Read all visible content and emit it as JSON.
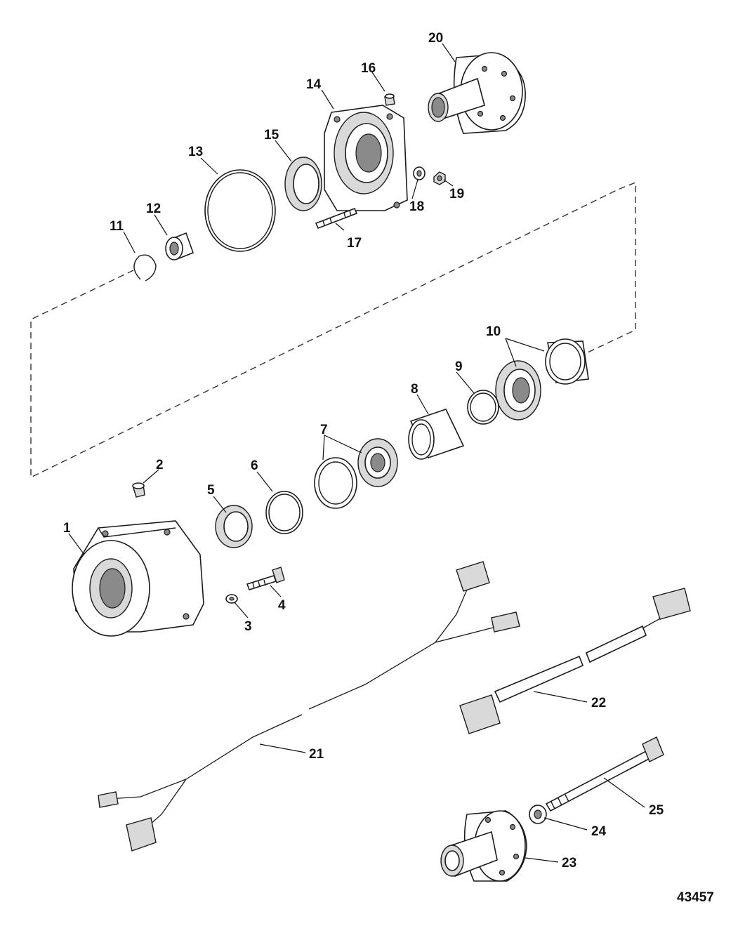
{
  "diagram": {
    "figure_number": "43457",
    "callouts": [
      "1",
      "2",
      "3",
      "4",
      "5",
      "6",
      "7",
      "8",
      "9",
      "10",
      "11",
      "12",
      "13",
      "14",
      "15",
      "16",
      "17",
      "18",
      "19",
      "20",
      "21",
      "22",
      "23",
      "24",
      "25"
    ]
  }
}
